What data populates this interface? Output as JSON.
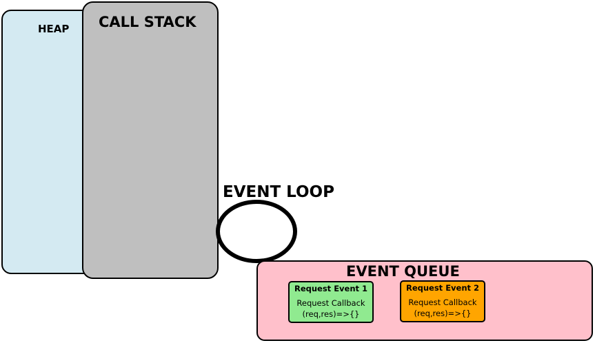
{
  "colors": {
    "heap_fill": "#d4eaf2",
    "callstack_fill": "#bfbfbf",
    "eventqueue_fill": "#ffc0cb",
    "event1_fill": "#90ea90",
    "event2_fill": "#ffa500",
    "stroke": "#000000"
  },
  "heap": {
    "title": "HEAP"
  },
  "callstack": {
    "title": "CALL STACK"
  },
  "event_loop": {
    "title": "EVENT LOOP"
  },
  "event_queue": {
    "title": "EVENT QUEUE",
    "events": [
      {
        "name": "Request Event 1",
        "callback_label": "Request Callback",
        "callback_code": "(req,res)=>{}"
      },
      {
        "name": "Request Event 2",
        "callback_label": "Request Callback",
        "callback_code": "(req,res)=>{}"
      }
    ]
  }
}
